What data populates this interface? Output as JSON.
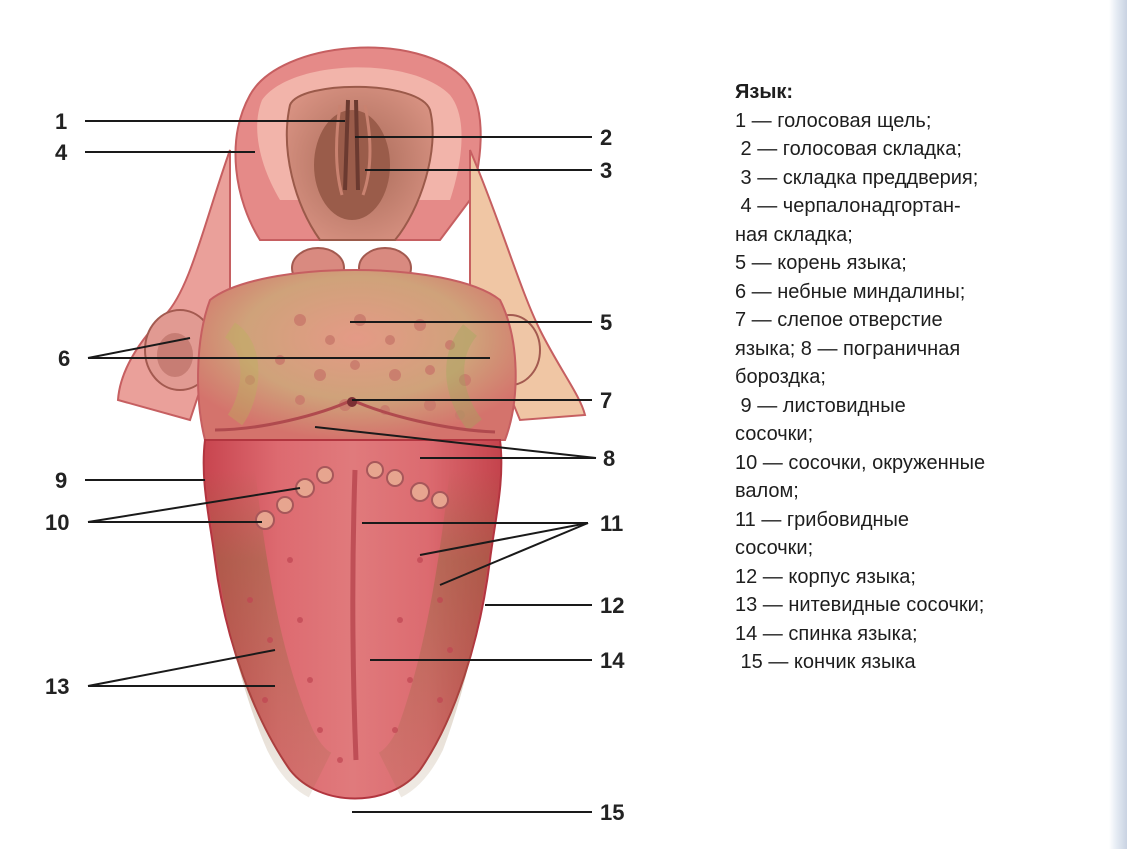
{
  "labels": {
    "n1": "1",
    "n2": "2",
    "n3": "3",
    "n4": "4",
    "n5": "5",
    "n6": "6",
    "n7": "7",
    "n8": "8",
    "n9": "9",
    "n10": "10",
    "n11": "11",
    "n12": "12",
    "n13": "13",
    "n14": "14",
    "n15": "15"
  },
  "legend": {
    "title": "Язык:",
    "lines": [
      "1 — голосовая щель;",
      " 2 — голосовая складка;",
      " 3 — складка преддверия;",
      " 4 — черпалонадгортан-",
      "ная складка;",
      "5 — корень языка;",
      "6 — небные миндалины;",
      "7 — слепое отверстие",
      "языка; 8 — пограничная",
      "бороздка;",
      " 9 — листовидные",
      "сосочки;",
      "10 — сосочки, окруженные",
      "валом;",
      "11 — грибовидные",
      "сосочки;",
      "12 — корпус языка;",
      "13 — нитевидные сосочки;",
      "14 — спинка языка;",
      " 15 — кончик языка"
    ]
  }
}
